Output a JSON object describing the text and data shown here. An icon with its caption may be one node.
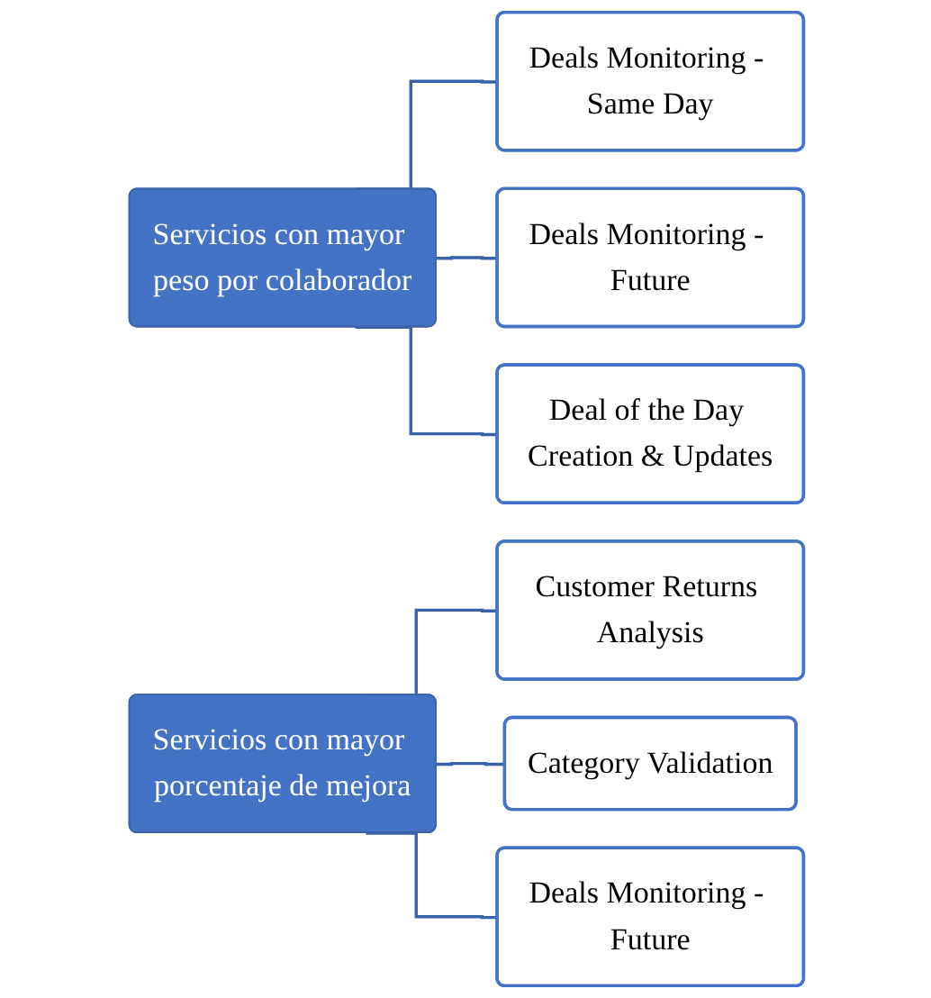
{
  "diagram": {
    "nodes": [
      {
        "text": [
          "Servicios con mayor peso por colaborador"
        ]
      },
      {
        "text": [
          "Deals Monitoring - Same Day"
        ]
      },
      {
        "text": [
          "Deals Monitoring - Future"
        ]
      },
      {
        "text": [
          "Deal of the Day Creation & Updates"
        ]
      },
      {
        "text": [
          "Servicios con mayor porcentaje de mejora"
        ]
      },
      {
        "text": [
          "Customer Returns Analysis"
        ]
      },
      {
        "text": [
          "Category Validation"
        ]
      },
      {
        "text": [
          "Deals Monitoring - Future"
        ]
      }
    ],
    "edges": [
      {
        "from": 0,
        "to": 1,
        "arrow": "none"
      },
      {
        "from": 0,
        "to": 2,
        "arrow": "none"
      },
      {
        "from": 0,
        "to": 3,
        "arrow": "none"
      },
      {
        "from": 4,
        "to": 5,
        "arrow": "none"
      },
      {
        "from": 4,
        "to": 6,
        "arrow": "none"
      },
      {
        "from": 4,
        "to": 7,
        "arrow": "none"
      }
    ]
  }
}
